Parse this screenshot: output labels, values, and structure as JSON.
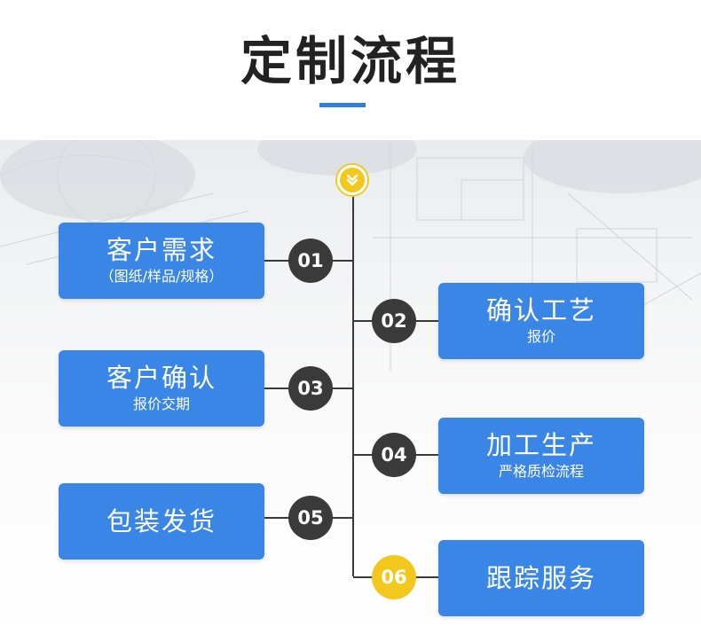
{
  "header": {
    "title": "定制流程"
  },
  "colors": {
    "accent_blue": "#3a86e6",
    "node_dark": "#3a3a3a",
    "highlight_yellow": "#f3c81c"
  },
  "top_icon": "chevron-double-down-icon",
  "steps": [
    {
      "num": "01",
      "title": "客户需求",
      "sub": "（图纸/样品/规格）"
    },
    {
      "num": "02",
      "title": "确认工艺",
      "sub": "报价"
    },
    {
      "num": "03",
      "title": "客户确认",
      "sub": "报价交期"
    },
    {
      "num": "04",
      "title": "加工生产",
      "sub": "严格质检流程"
    },
    {
      "num": "05",
      "title": "包装发货",
      "sub": ""
    },
    {
      "num": "06",
      "title": "跟踪服务",
      "sub": ""
    }
  ]
}
